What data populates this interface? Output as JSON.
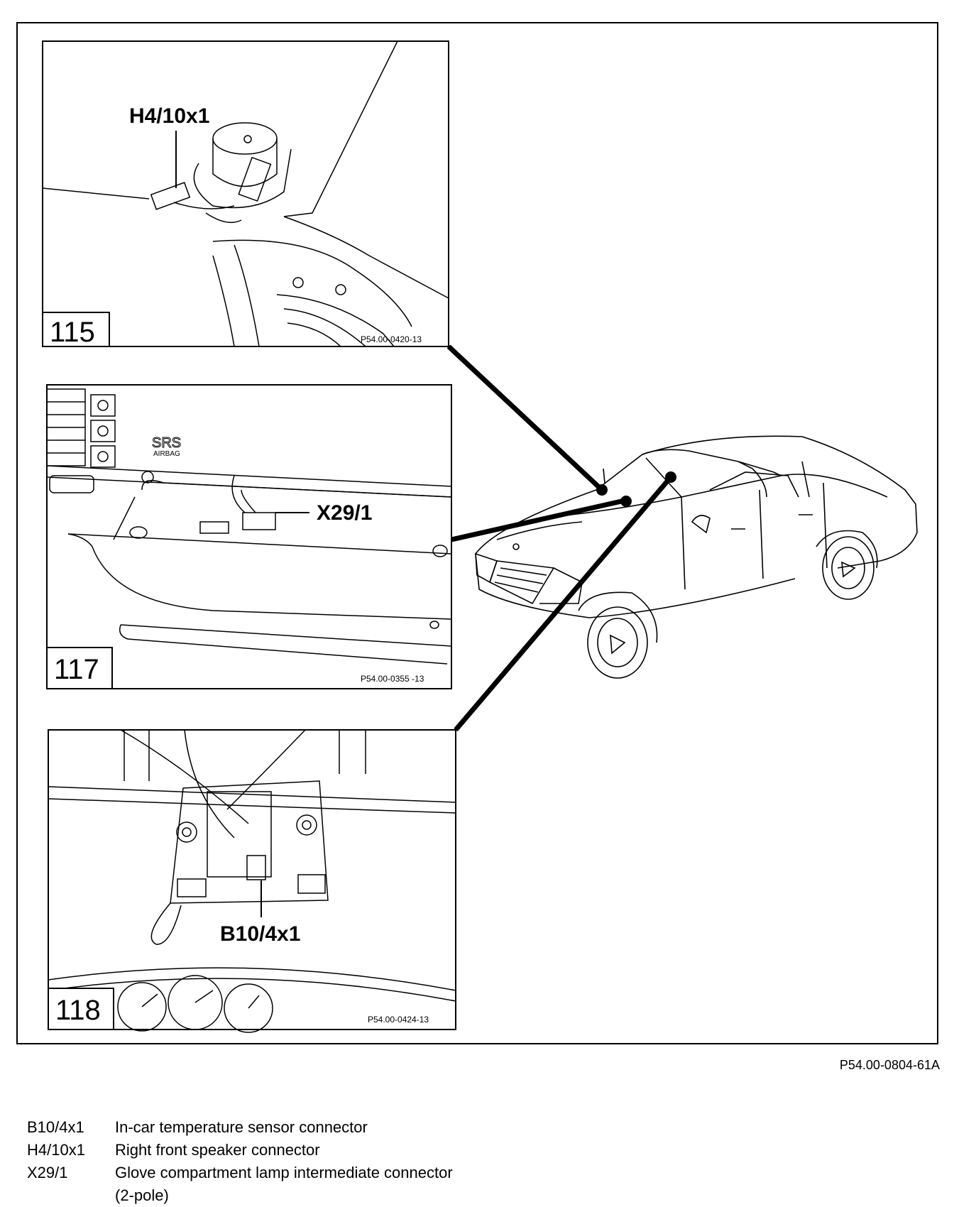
{
  "figure_id": "P54.00-0804-61A",
  "panels": [
    {
      "number": "115",
      "ref": "P54.00-0420-13",
      "label": "H4/10x1"
    },
    {
      "number": "117",
      "ref": "P54.00-0355 -13",
      "label": "X29/1"
    },
    {
      "number": "118",
      "ref": "P54.00-0424-13",
      "label": "B10/4x1"
    }
  ],
  "airbag_text": {
    "line1": "SRS",
    "line2": "AIRBAG"
  },
  "legend": [
    {
      "code": "B10/4x1",
      "description": "In-car temperature sensor connector"
    },
    {
      "code": "H4/10x1",
      "description": "Right front speaker connector"
    },
    {
      "code": "X29/1",
      "description": "Glove compartment lamp intermediate connector (2-pole)"
    }
  ],
  "colors": {
    "ink": "#000000",
    "paper": "#ffffff"
  }
}
